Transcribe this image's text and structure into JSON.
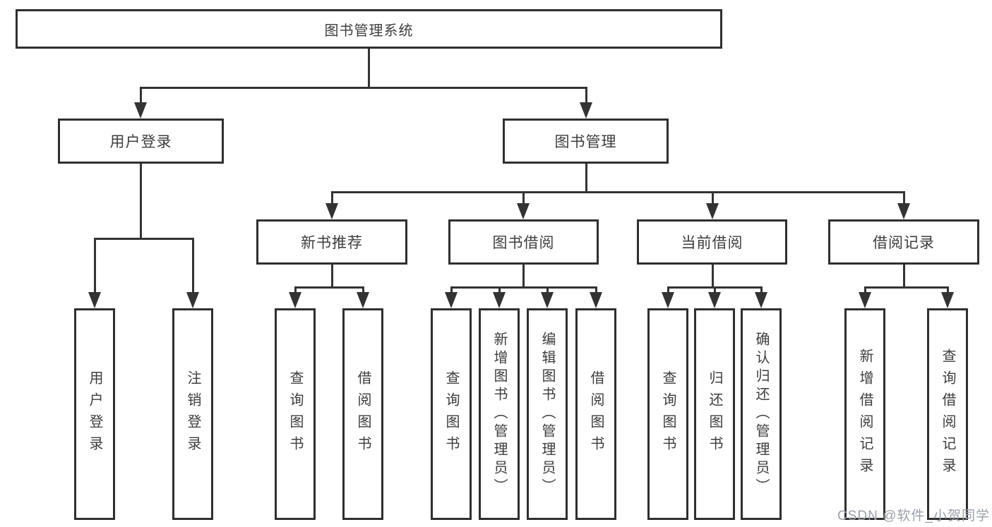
{
  "root": {
    "label": "图书管理系统"
  },
  "tree": {
    "login": {
      "label": "用户登录",
      "children": [
        {
          "label": "用户登录"
        },
        {
          "label": "注销登录"
        }
      ]
    },
    "management": {
      "label": "图书管理",
      "children": [
        {
          "label": "新书推荐",
          "children": [
            {
              "label": "查询图书"
            },
            {
              "label": "借阅图书"
            }
          ]
        },
        {
          "label": "图书借阅",
          "children": [
            {
              "label": "查询图书"
            },
            {
              "label": "新增图书（管理员）"
            },
            {
              "label": "编辑图书（管理员）"
            },
            {
              "label": "借阅图书"
            }
          ]
        },
        {
          "label": "当前借阅",
          "children": [
            {
              "label": "查询图书"
            },
            {
              "label": "归还图书"
            },
            {
              "label": "确认归还（管理员）"
            }
          ]
        },
        {
          "label": "借阅记录",
          "children": [
            {
              "label": "新增借阅记录"
            },
            {
              "label": "查询借阅记录"
            }
          ]
        }
      ]
    }
  },
  "watermark": {
    "text": "CSDN @软件_小贺同学"
  },
  "colors": {
    "background": "#ffffff",
    "border": "#2f2f2f",
    "line": "#333333",
    "text": "#3d3d3d",
    "watermark": "#9b9fa7"
  }
}
